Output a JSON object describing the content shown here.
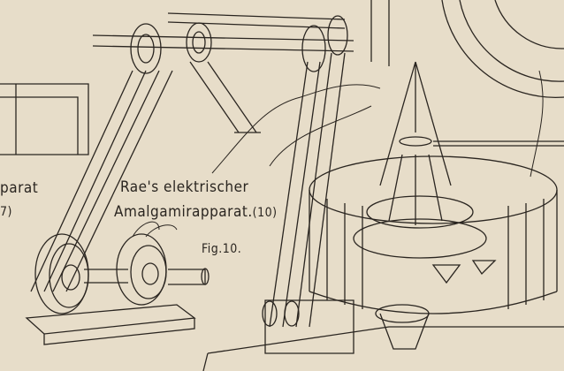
{
  "labels": {
    "left_partial_title": "parat",
    "left_partial_ref": "7)",
    "title_line1": "Rae's elektrischer",
    "title_line2": "Amalgamirapparat.",
    "title_ref": "(10)",
    "figure_number": "Fig.10."
  },
  "colors": {
    "paper": "#e7ddc9",
    "ink": "#2a2520"
  }
}
